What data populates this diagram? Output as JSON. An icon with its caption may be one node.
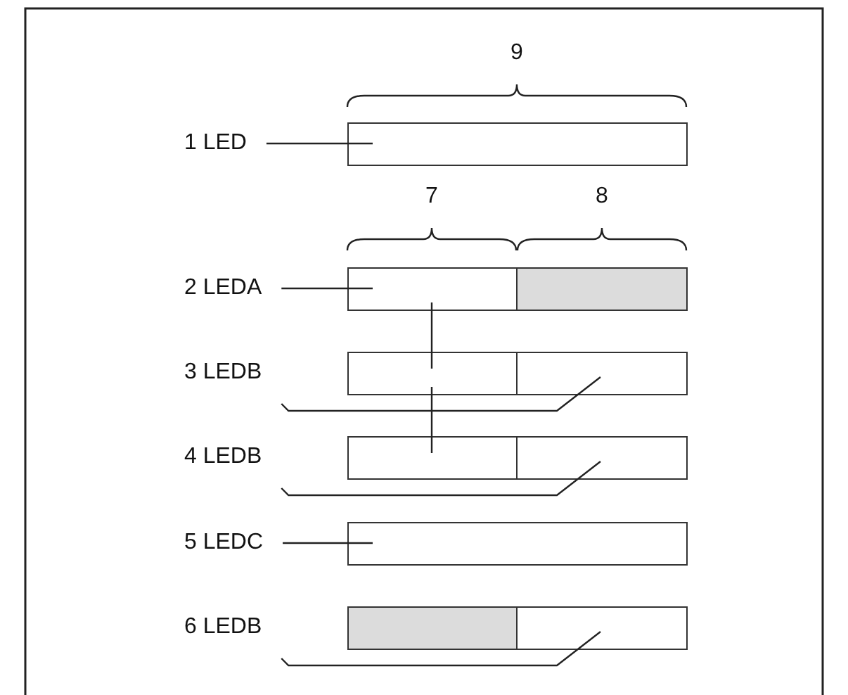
{
  "diagram": {
    "nodes": [
      {
        "text": [
          "1 LED"
        ]
      },
      {
        "text": [],
        "shape": "bar"
      },
      {
        "text": [
          "2 LEDA"
        ]
      },
      {
        "text": [],
        "shape": "bar"
      },
      {
        "text": [],
        "shape": "bar"
      },
      {
        "text": [
          "3 LEDB"
        ]
      },
      {
        "text": [],
        "shape": "bar"
      },
      {
        "text": [],
        "shape": "bar"
      },
      {
        "text": [
          "4 LEDB"
        ]
      },
      {
        "text": [],
        "shape": "bar"
      },
      {
        "text": [],
        "shape": "bar"
      },
      {
        "text": [
          "5 LEDC"
        ]
      },
      {
        "text": [],
        "shape": "bar"
      },
      {
        "text": [
          "6 LEDB"
        ]
      },
      {
        "text": [],
        "shape": "bar"
      },
      {
        "text": [],
        "shape": "bar"
      }
    ],
    "edges": [
      {
        "from": 0,
        "to": 1,
        "arrow": "none"
      },
      {
        "from": 2,
        "to": 3,
        "arrow": "none"
      },
      {
        "from": 3,
        "to": 6,
        "arrow": "none"
      },
      {
        "from": 6,
        "to": 9,
        "arrow": "none"
      },
      {
        "from": 5,
        "to": 7,
        "arrow": "none"
      },
      {
        "from": 8,
        "to": 10,
        "arrow": "none"
      },
      {
        "from": 11,
        "to": 12,
        "arrow": "none"
      },
      {
        "from": 13,
        "to": 15,
        "arrow": "none"
      }
    ],
    "labels": [
      "9",
      "7",
      "8"
    ]
  }
}
